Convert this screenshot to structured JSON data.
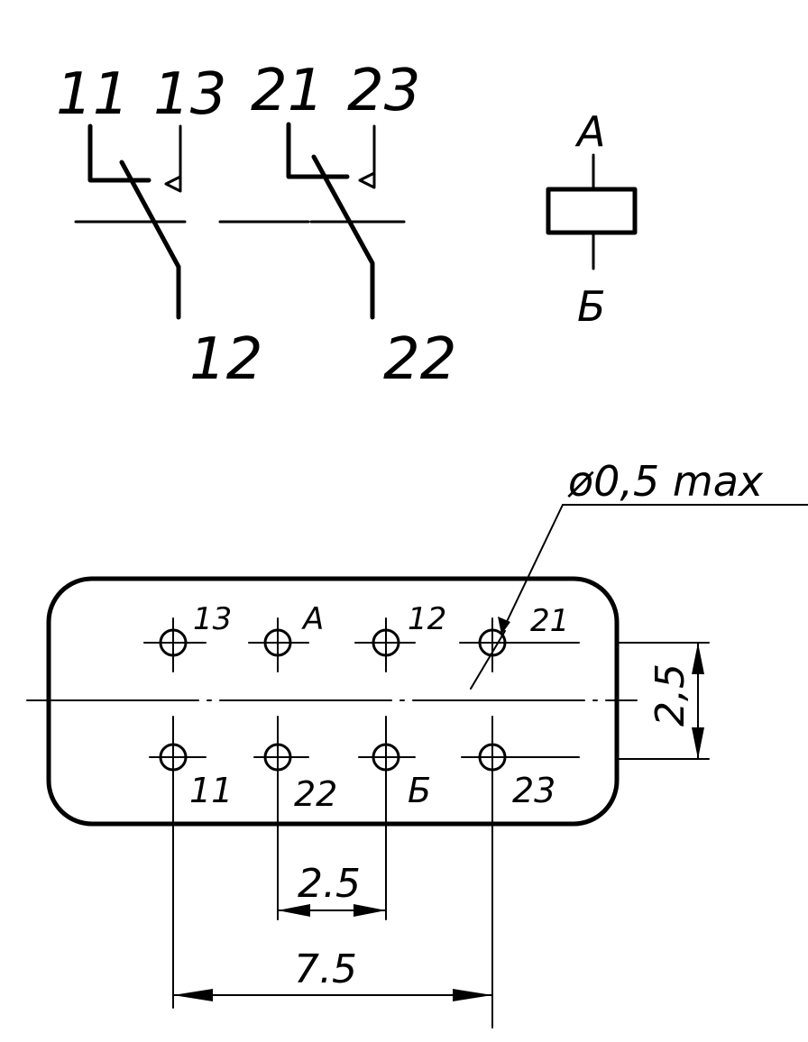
{
  "schematic": {
    "contact_group_1": {
      "common": "11",
      "make": "13",
      "break": "12"
    },
    "contact_group_2": {
      "common": "21",
      "make": "23",
      "break": "22"
    },
    "coil": {
      "top": "A",
      "bottom": "Б"
    }
  },
  "footprint": {
    "pins_top": [
      "13",
      "A",
      "12",
      "21"
    ],
    "pins_bottom": [
      "11",
      "22",
      "Б",
      "23"
    ],
    "hole_note": "ø0,5 max",
    "row_pitch": "2,5",
    "pin_pitch": "2.5",
    "overall_span": "7.5"
  }
}
